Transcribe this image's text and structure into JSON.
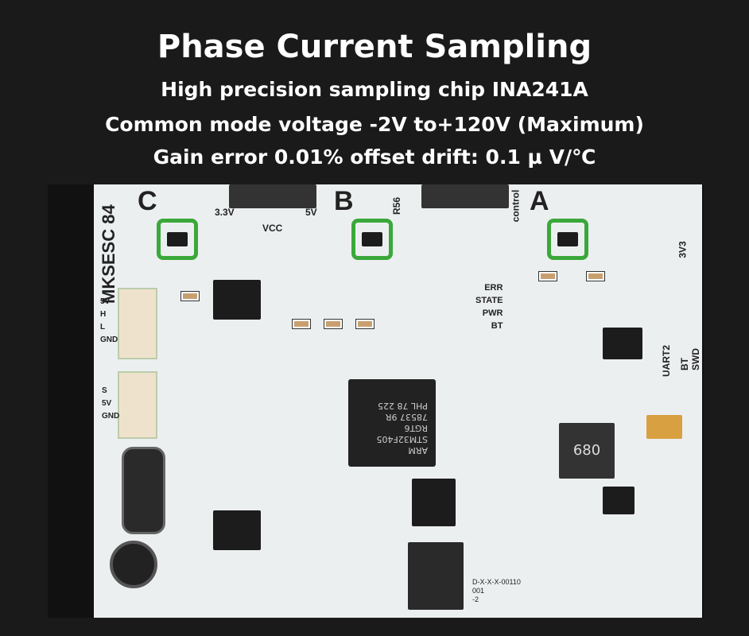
{
  "header": {
    "title": "Phase Current Sampling",
    "line1": "High precision sampling chip INA241A",
    "line2": "Common mode voltage -2V to+120V (Maximum)",
    "line3": "Gain error 0.01% offset drift: 0.1 µ V/℃"
  },
  "board": {
    "name": "MKSESC 84",
    "phase_c": "C",
    "phase_b": "B",
    "phase_a": "A",
    "v33": "3.3V",
    "vcc": "VCC",
    "v5": "5V",
    "r56": "R56",
    "control": "control",
    "can_pins": [
      "5V",
      "H",
      "L",
      "GND"
    ],
    "servo_pins": [
      "S",
      "5V",
      "GND"
    ],
    "leds": [
      "ERR",
      "STATE",
      "PWR",
      "BT"
    ],
    "uart": "UART2",
    "bt_swd": "BT SWD",
    "v3v3": "3V3",
    "mcu": [
      "ARM",
      "STM32F405",
      "RGT6",
      "78537 9R",
      "PHL 78 225"
    ],
    "serial": [
      "D-X-X-X-00110",
      "001",
      "-2"
    ],
    "inductor": "680"
  },
  "colors": {
    "highlight": "#3aa83a",
    "background": "#1a1a1a"
  }
}
